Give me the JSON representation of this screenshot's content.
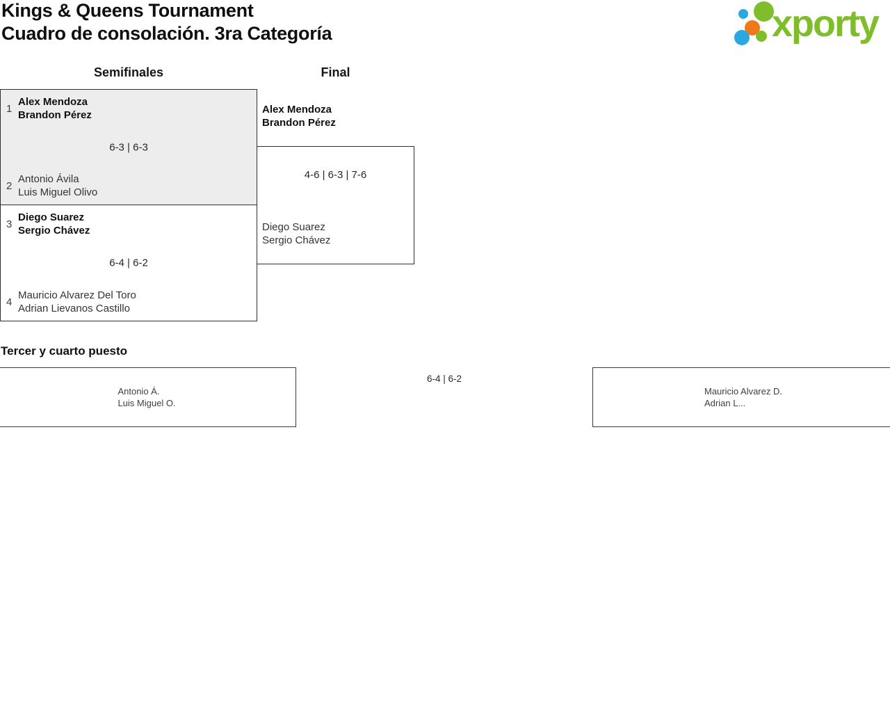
{
  "header": {
    "title_line1": "Kings & Queens Tournament",
    "title_line2": "Cuadro de consolación. 3ra Categoría"
  },
  "logo": {
    "text": "xporty",
    "colors": {
      "green": "#80bd2a",
      "blue": "#2aa9e0",
      "orange": "#ed7a17"
    }
  },
  "bracket": {
    "round_headers": [
      {
        "label": "Semifinales"
      },
      {
        "label": "Final"
      }
    ],
    "semifinals": [
      {
        "top": {
          "seed": "1",
          "players": [
            "Alex Mendoza",
            "Brandon Pérez"
          ],
          "winner": true
        },
        "score": "6-3 | 6-3",
        "bottom": {
          "seed": "2",
          "players": [
            "Antonio Ávila",
            "Luis Miguel Olivo"
          ],
          "winner": false
        }
      },
      {
        "top": {
          "seed": "3",
          "players": [
            "Diego Suarez",
            "Sergio Chávez"
          ],
          "winner": true
        },
        "score": "6-4 | 6-2",
        "bottom": {
          "seed": "4",
          "players": [
            "Mauricio Alvarez Del Toro",
            "Adrian Lievanos Castillo"
          ],
          "winner": false
        }
      }
    ],
    "final": {
      "top": {
        "players": [
          "Alex Mendoza",
          "Brandon Pérez"
        ],
        "winner": true
      },
      "score": "4-6 | 6-3 | 7-6",
      "bottom": {
        "players": [
          "Diego Suarez",
          "Sergio Chávez"
        ],
        "winner": false
      }
    }
  },
  "third_place": {
    "heading": "Tercer y cuarto puesto",
    "left_team": {
      "players": [
        "Antonio Á.",
        "Luis Miguel O."
      ]
    },
    "score": "6-4 | 6-2",
    "right_team": {
      "players": [
        "Mauricio Alvarez D.",
        "Adrian L..."
      ]
    }
  }
}
